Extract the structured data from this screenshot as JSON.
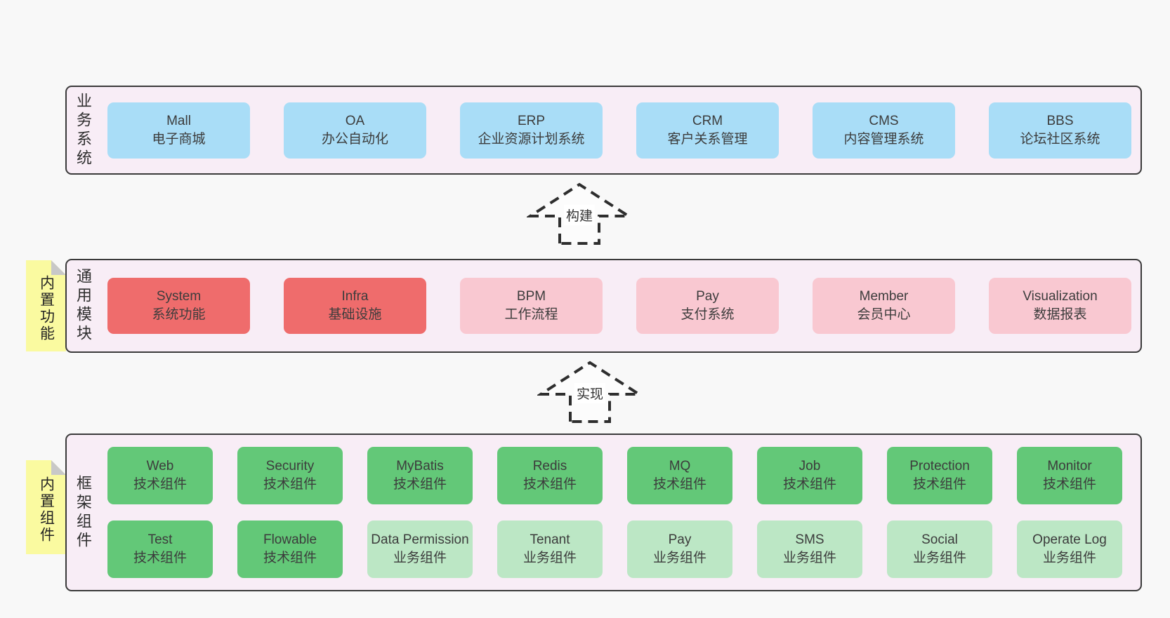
{
  "colors": {
    "page-bg": "#f8f8f8",
    "band-bg": "#f8edf6",
    "band-border": "#3a3a3a",
    "box-blue": "#a9ddf7",
    "box-red": "#ef6c6c",
    "box-pink": "#f9c8d1",
    "box-green": "#63c878",
    "box-green-light": "#bce7c5",
    "sticky-yellow": "#fafaa0",
    "sticky-fold": "#c8c8c8",
    "box-text": "#3c3c3c"
  },
  "bands": [
    {
      "label": "业务系统",
      "boxes": [
        {
          "title": "Mall",
          "subtitle": "电子商城"
        },
        {
          "title": "OA",
          "subtitle": "办公自动化"
        },
        {
          "title": "ERP",
          "subtitle": "企业资源计划系统"
        },
        {
          "title": "CRM",
          "subtitle": "客户关系管理"
        },
        {
          "title": "CMS",
          "subtitle": "内容管理系统"
        },
        {
          "title": "BBS",
          "subtitle": "论坛社区系统"
        }
      ]
    },
    {
      "label": "通用模块",
      "sticky": "内置功能",
      "boxes": [
        {
          "title": "System",
          "subtitle": "系统功能"
        },
        {
          "title": "Infra",
          "subtitle": "基础设施"
        },
        {
          "title": "BPM",
          "subtitle": "工作流程"
        },
        {
          "title": "Pay",
          "subtitle": "支付系统"
        },
        {
          "title": "Member",
          "subtitle": "会员中心"
        },
        {
          "title": "Visualization",
          "subtitle": "数据报表"
        }
      ]
    },
    {
      "label": "框架组件",
      "sticky": "内置组件",
      "rows": [
        [
          {
            "title": "Web",
            "subtitle": "技术组件"
          },
          {
            "title": "Security",
            "subtitle": "技术组件"
          },
          {
            "title": "MyBatis",
            "subtitle": "技术组件"
          },
          {
            "title": "Redis",
            "subtitle": "技术组件"
          },
          {
            "title": "MQ",
            "subtitle": "技术组件"
          },
          {
            "title": "Job",
            "subtitle": "技术组件"
          },
          {
            "title": "Protection",
            "subtitle": "技术组件"
          },
          {
            "title": "Monitor",
            "subtitle": "技术组件"
          }
        ],
        [
          {
            "title": "Test",
            "subtitle": "技术组件"
          },
          {
            "title": "Flowable",
            "subtitle": "技术组件"
          },
          {
            "title": "Data Permission",
            "subtitle": "业务组件"
          },
          {
            "title": "Tenant",
            "subtitle": "业务组件"
          },
          {
            "title": "Pay",
            "subtitle": "业务组件"
          },
          {
            "title": "SMS",
            "subtitle": "业务组件"
          },
          {
            "title": "Social",
            "subtitle": "业务组件"
          },
          {
            "title": "Operate Log",
            "subtitle": "业务组件"
          }
        ]
      ]
    }
  ],
  "arrows": [
    {
      "label": "构建"
    },
    {
      "label": "实现"
    }
  ]
}
